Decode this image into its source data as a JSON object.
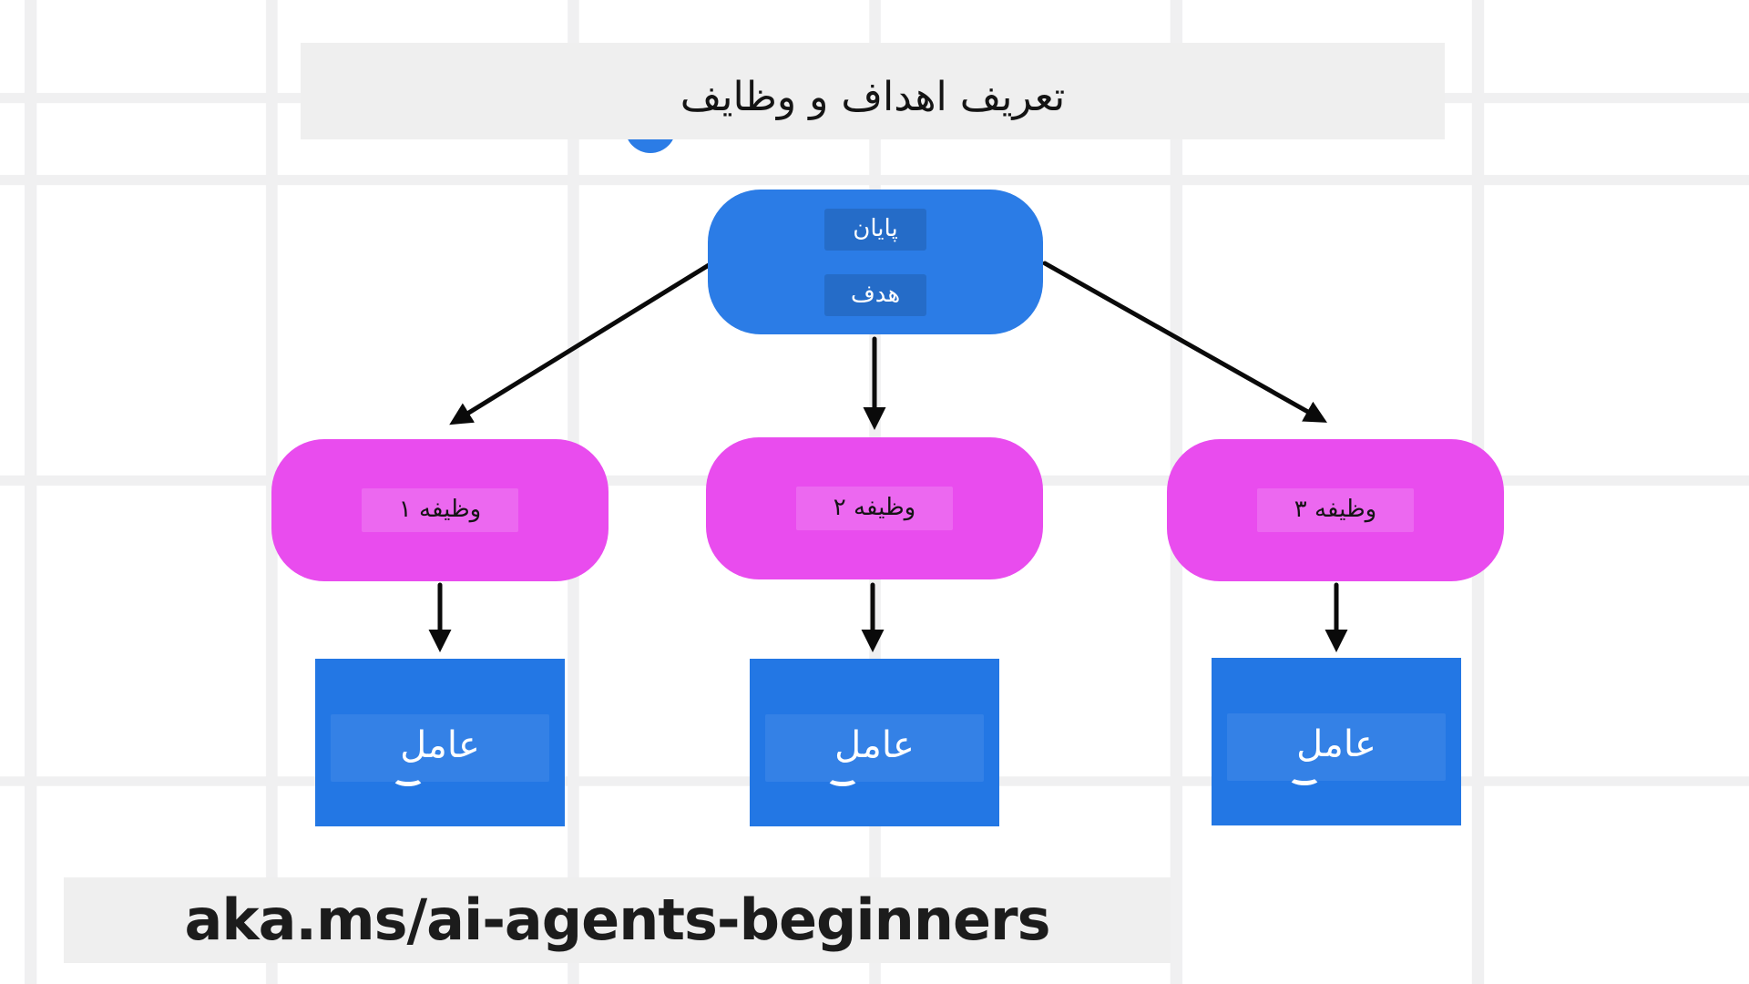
{
  "title": {
    "text": "تعریف اهداف و وظایف"
  },
  "footer": {
    "text": "aka.ms/ai-agents-beginners"
  },
  "diagram": {
    "goal_node": {
      "chips": [
        {
          "text": "پایان"
        },
        {
          "text": "هدف"
        }
      ]
    },
    "task_nodes": [
      {
        "label": "وظیفه ۱"
      },
      {
        "label": "وظیفه ۲"
      },
      {
        "label": "وظیفه ۳"
      }
    ],
    "agent_nodes": [
      {
        "label": "عامل"
      },
      {
        "label": "عامل"
      },
      {
        "label": "عامل"
      }
    ]
  },
  "colors": {
    "node-blue": "#2b7ce6",
    "agent-blue": "#2377e4",
    "task-magenta": "#e94cee",
    "arrow-black": "#0a0a0a",
    "grid-line": "#f0f0f1",
    "panel-gray": "#efefef",
    "text-dark": "#141414",
    "text-light": "#ffffff"
  }
}
